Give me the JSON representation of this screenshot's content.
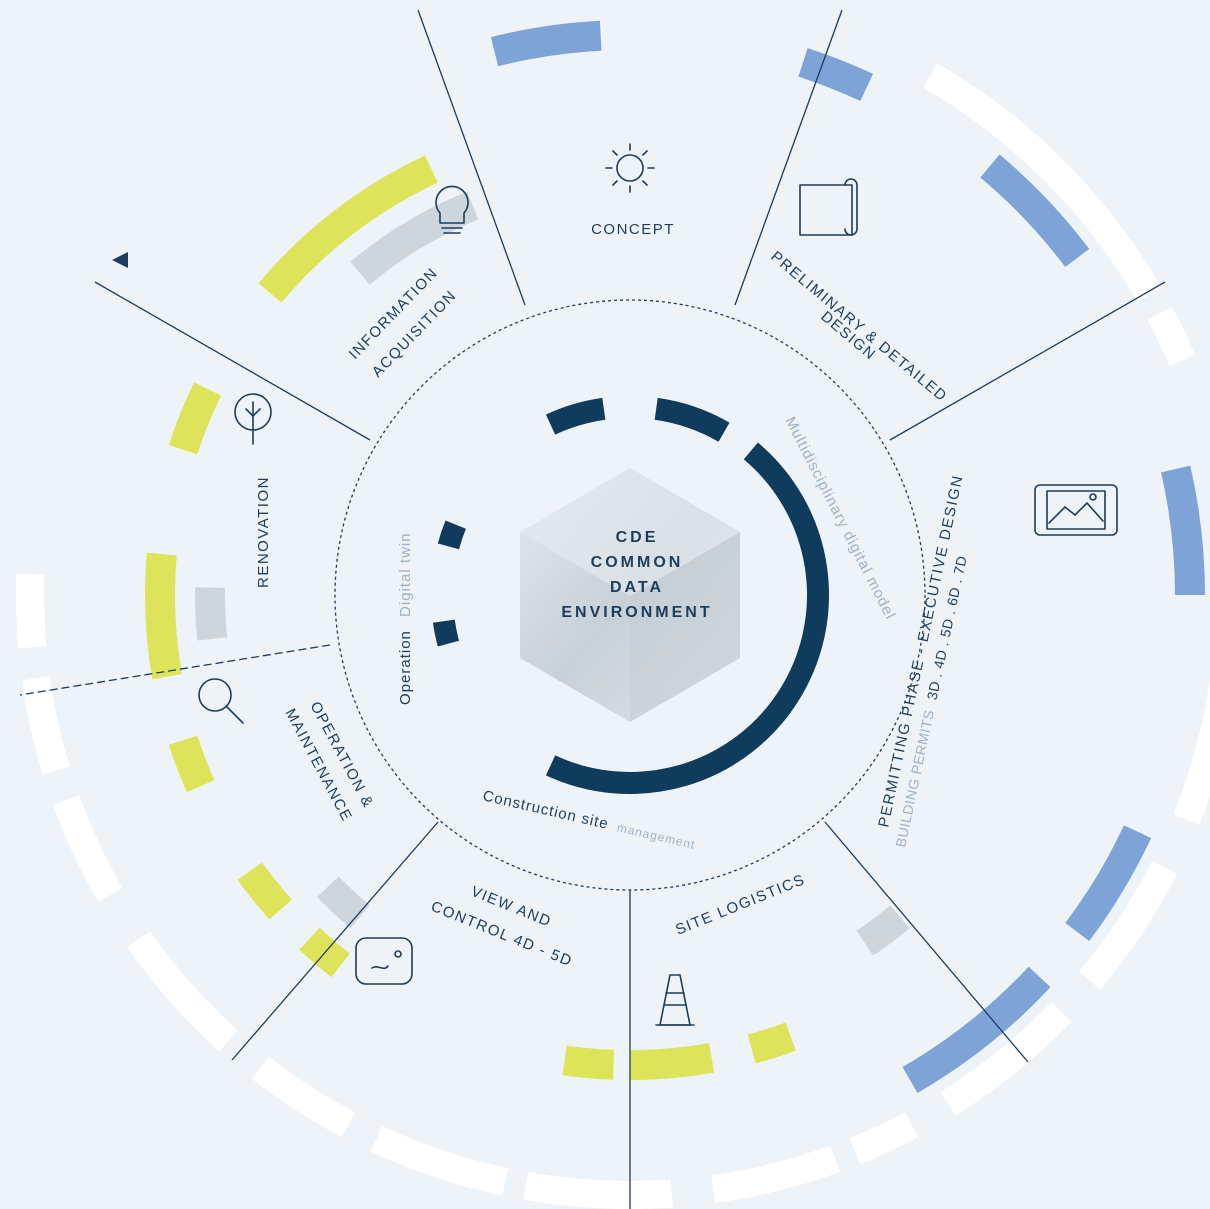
{
  "center": {
    "lines": [
      "CDE",
      "COMMON",
      "DATA",
      "ENVIRONMENT"
    ]
  },
  "inner_ring": {
    "multi_disciplinary": "Multidisciplinary digital model",
    "multi_disciplinary_strong": "digital model",
    "operation": "Operation",
    "operation_light": "Digital twin",
    "construction": "Construction site",
    "construction_light": "management"
  },
  "phases": {
    "concept": "CONCEPT",
    "preliminary_l1": "PRELIMINARY & DETAILED",
    "preliminary_l2": "DESIGN",
    "permitting_l1": "PERMITTING PHASE - EXECUTIVE DESIGN",
    "permitting_l2": "3D . 4D . 5D . 6D . 7D",
    "permitting_l2_light": "BUILDING PERMITS",
    "site_logistics": "SITE LOGISTICS",
    "view_l1": "VIEW AND",
    "view_l2": "CONTROL 4D - 5D",
    "operation_l1": "OPERATION &",
    "operation_l2": "MAINTENANCE",
    "renovation": "RENOVATION",
    "info_l1": "INFORMATION",
    "info_l2": "ACQUISITION"
  },
  "icons": {
    "concept": "sun-icon",
    "preliminary": "blueprint-scroll-icon",
    "permitting": "site-plan-icon",
    "site_logistics": "traffic-cone-icon",
    "view_control": "monitor-icon",
    "operation": "magnifier-icon",
    "renovation": "tree-icon",
    "info": "lightbulb-icon",
    "marker": "play-arrow-icon"
  },
  "colors": {
    "background": "#eef3f8",
    "navy": "#0f3b5c",
    "blue": "#7ea3d6",
    "yellow": "#dde45a",
    "gray": "#cdd6dc",
    "white": "#ffffff"
  }
}
